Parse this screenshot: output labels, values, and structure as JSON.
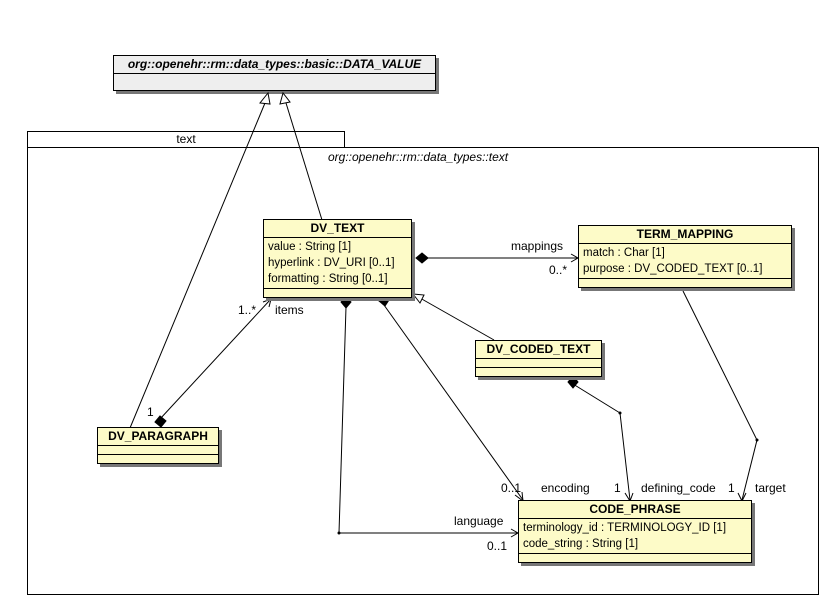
{
  "superclass": {
    "name": "org::openehr::rm::data_types::basic::DATA_VALUE"
  },
  "package": {
    "tab_label": "text",
    "qualified_name": "org::openehr::rm::data_types::text"
  },
  "classes": {
    "dv_text": {
      "name": "DV_TEXT",
      "attributes": [
        "value : String [1]",
        "hyperlink : DV_URI [0..1]",
        "formatting : String [0..1]"
      ]
    },
    "term_mapping": {
      "name": "TERM_MAPPING",
      "attributes": [
        "match : Char [1]",
        "purpose : DV_CODED_TEXT [0..1]"
      ]
    },
    "dv_coded_text": {
      "name": "DV_CODED_TEXT"
    },
    "dv_paragraph": {
      "name": "DV_PARAGRAPH"
    },
    "code_phrase": {
      "name": "CODE_PHRASE",
      "attributes": [
        "terminology_id : TERMINOLOGY_ID [1]",
        "code_string : String [1]"
      ]
    }
  },
  "associations": {
    "mappings": {
      "role": "mappings",
      "multiplicity": "0..*"
    },
    "items": {
      "role": "items",
      "multiplicity": "1..*",
      "source_multiplicity": "1"
    },
    "encoding": {
      "role": "encoding",
      "multiplicity": "0..1"
    },
    "language": {
      "role": "language",
      "multiplicity": "0..1"
    },
    "defining_code": {
      "role": "defining_code",
      "multiplicity": "1"
    },
    "target": {
      "role": "target",
      "multiplicity": "1"
    }
  }
}
